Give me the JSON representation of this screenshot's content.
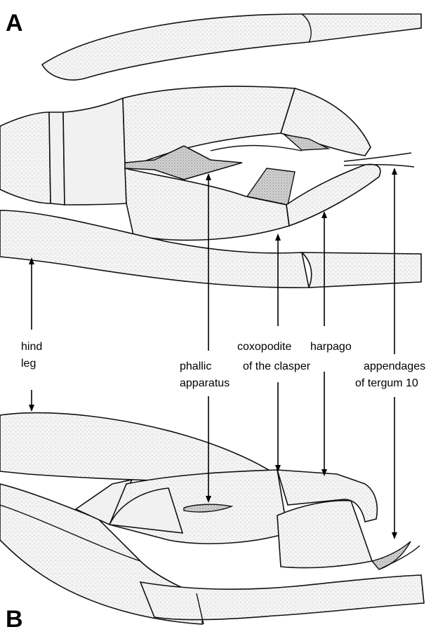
{
  "panels": [
    {
      "id": "A",
      "letter": "A"
    },
    {
      "id": "B",
      "letter": "B"
    }
  ],
  "labels": {
    "hind_leg": [
      "hind",
      "leg"
    ],
    "phallic_apparatus": [
      "phallic",
      "apparatus"
    ],
    "coxopodite": [
      "coxopodite",
      "of the clasper"
    ],
    "harpago": [
      "harpago"
    ],
    "appendages": [
      "appendages",
      "of tergum 10"
    ]
  },
  "colors": {
    "ink": "#000000",
    "stipple_light": "#f1f1f1",
    "stipple_dark": "#cfcfcf"
  }
}
